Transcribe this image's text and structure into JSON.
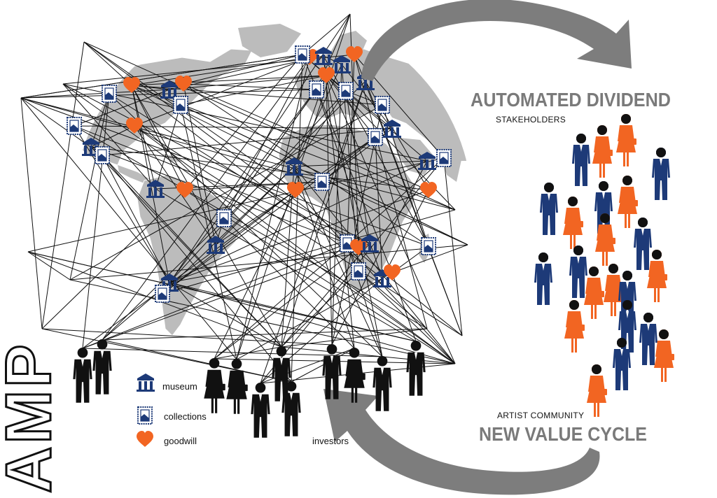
{
  "logo": {
    "text": "AMP"
  },
  "headings": {
    "top_title": "AUTOMATED DIVIDEND",
    "top_subtitle": "STAKEHOLDERS",
    "bottom_subtitle": "ARTIST COMMUNITY",
    "bottom_title": "NEW VALUE CYCLE"
  },
  "legend": {
    "museum": "museum",
    "collections": "collections",
    "goodwill": "goodwill",
    "investors": "investors"
  },
  "colors": {
    "navy": "#1d3a78",
    "orange": "#f26522",
    "land": "#bcbcbc",
    "arrow": "#7d7d7d",
    "heading": "#7a7a7a",
    "line": "#111111"
  },
  "icons": {
    "museum": "museum-icon",
    "collections": "collection-frame-icon",
    "goodwill": "heart-icon",
    "person": "person-icon"
  }
}
